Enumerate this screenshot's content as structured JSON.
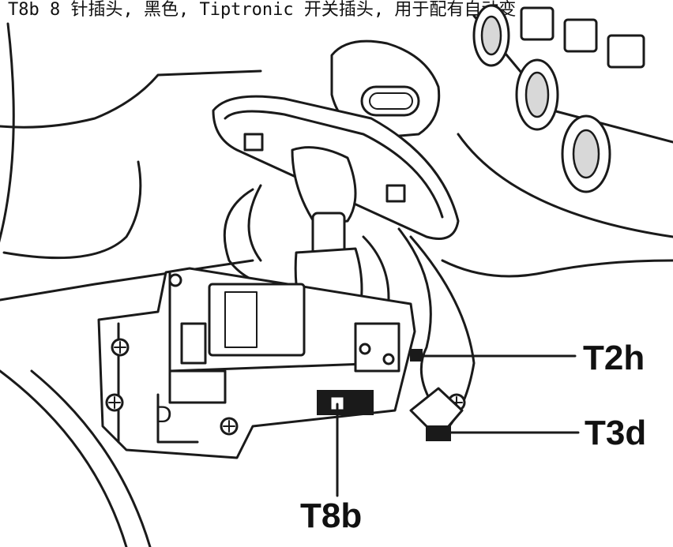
{
  "caption": "T8b 8 针插头, 黑色, Tiptronic 开关插头, 用于配有自动变",
  "callouts": {
    "t2h": "T2h",
    "t3d": "T3d",
    "t8b": "T8b"
  },
  "colors": {
    "line": "#1a1a1a",
    "background": "#ffffff"
  }
}
